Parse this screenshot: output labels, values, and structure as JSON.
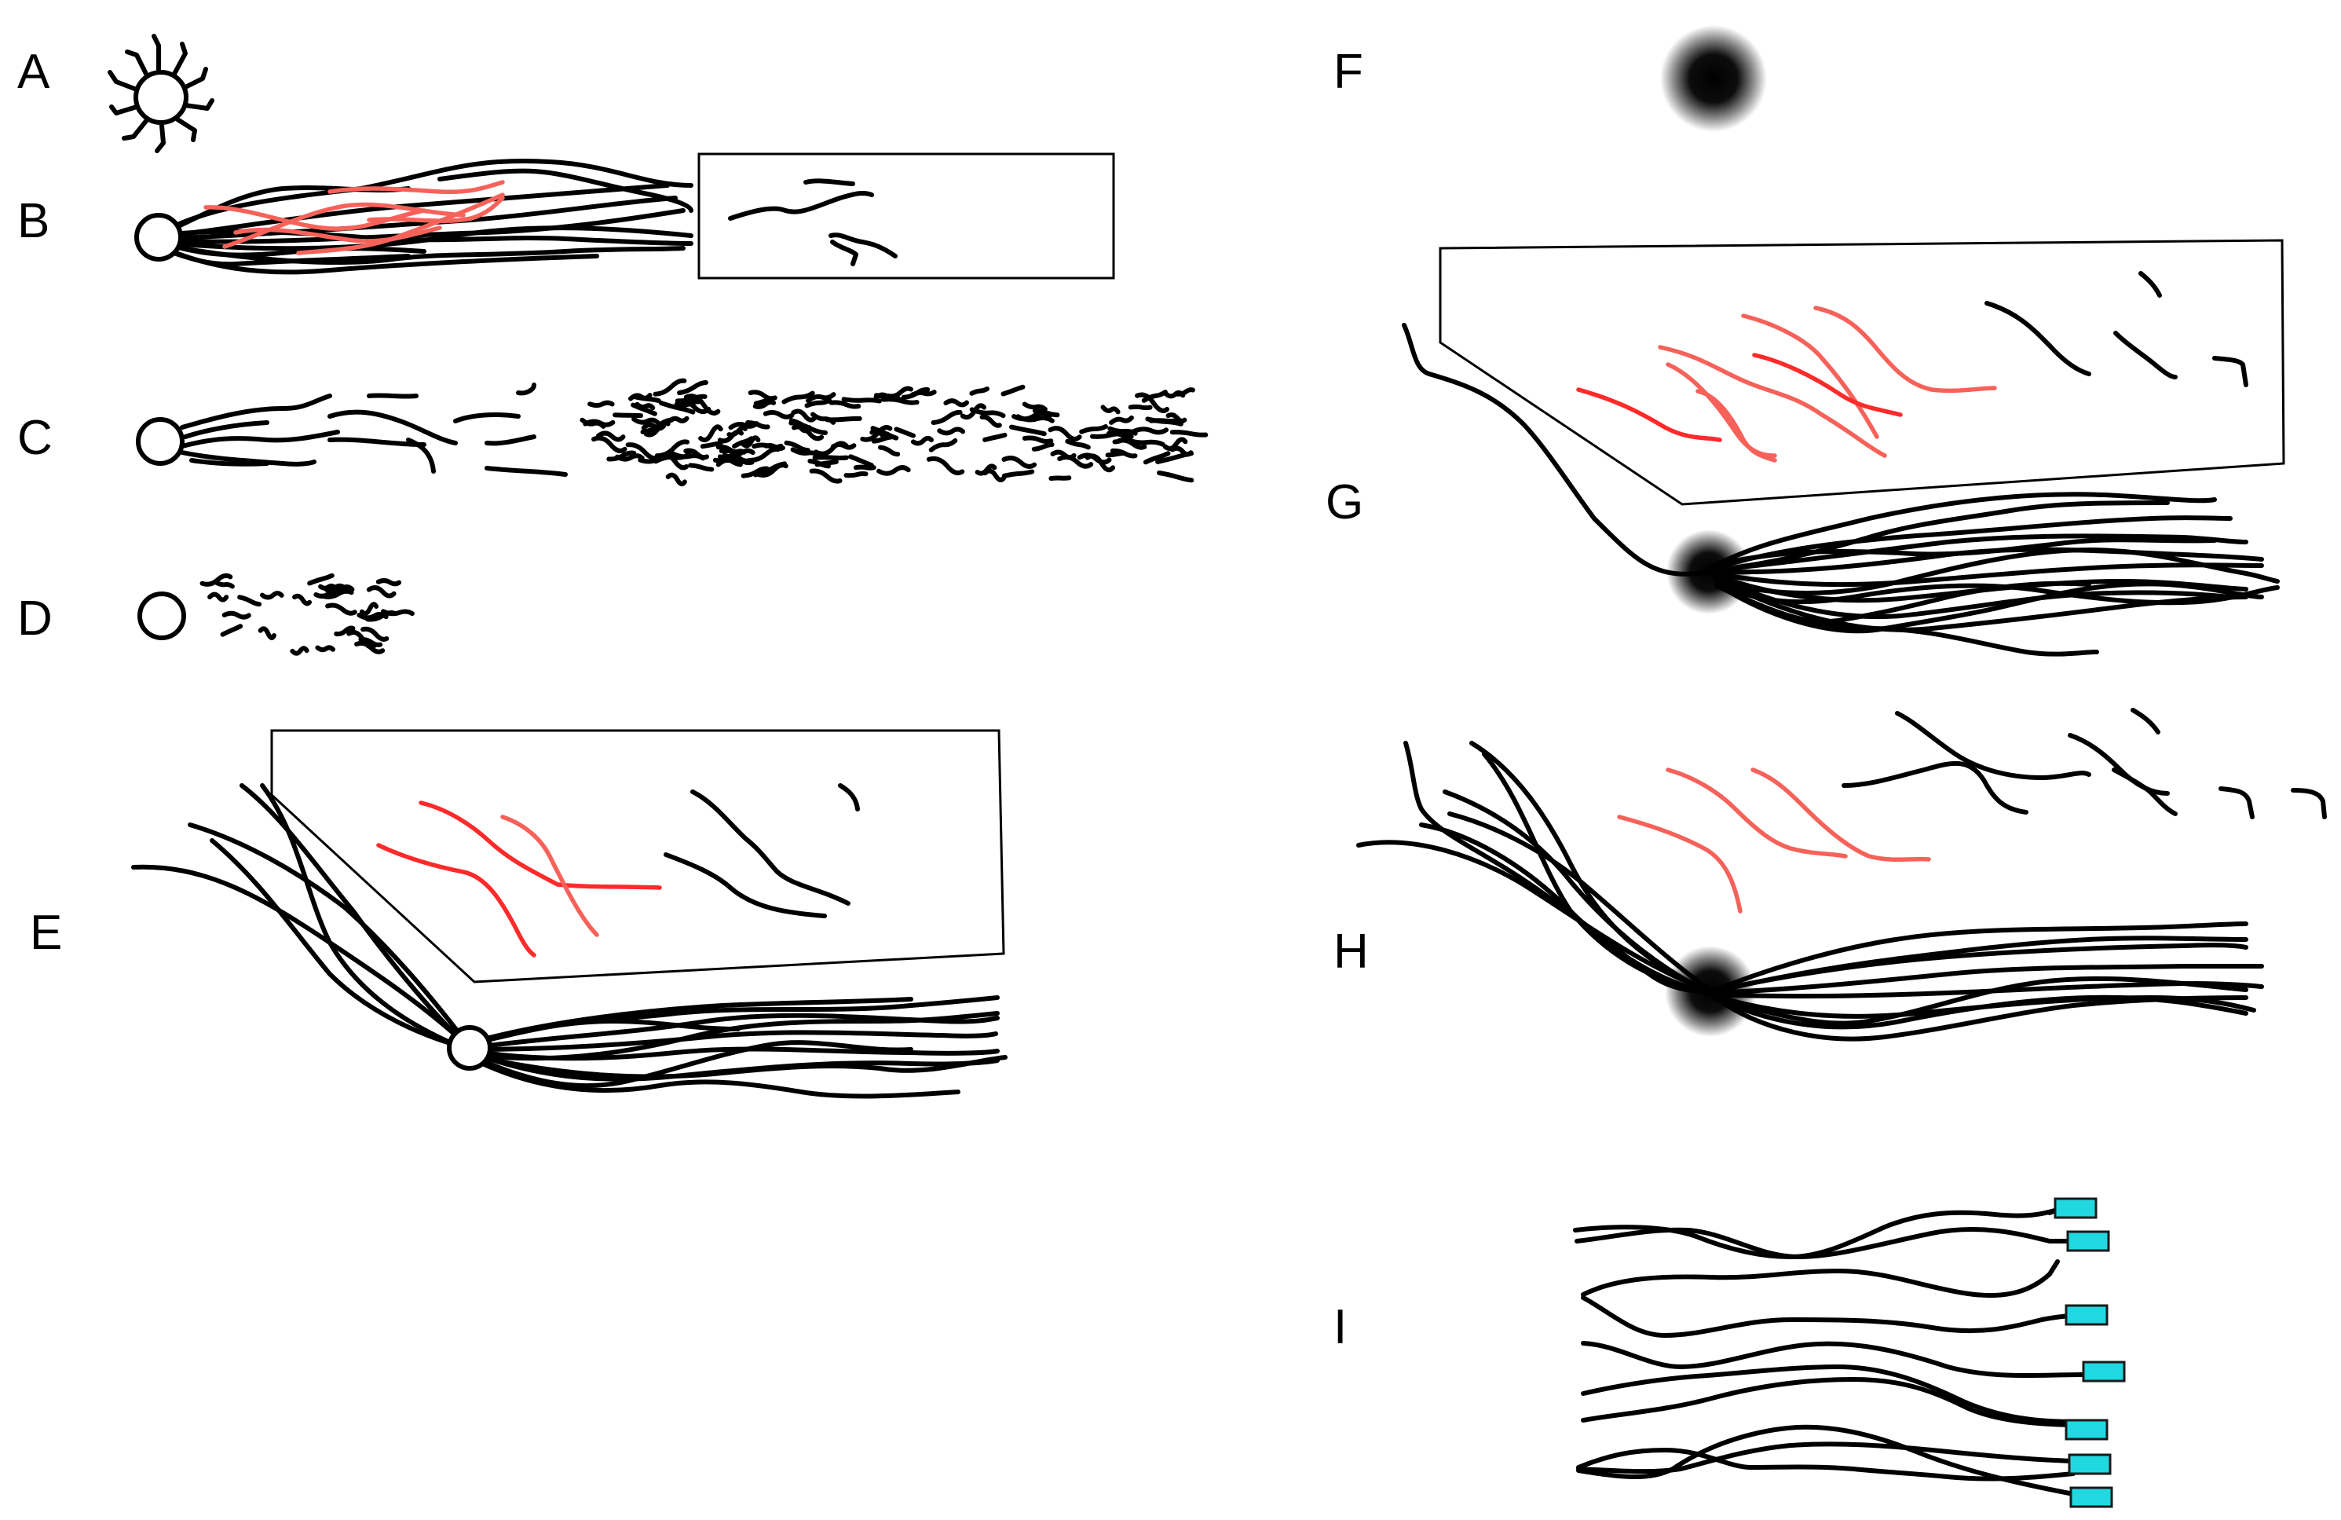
{
  "panels": [
    {
      "id": "A",
      "label": "A"
    },
    {
      "id": "B",
      "label": "B"
    },
    {
      "id": "C",
      "label": "C"
    },
    {
      "id": "D",
      "label": "D"
    },
    {
      "id": "E",
      "label": "E"
    },
    {
      "id": "F",
      "label": "F"
    },
    {
      "id": "G",
      "label": "G"
    },
    {
      "id": "H",
      "label": "H"
    },
    {
      "id": "I",
      "label": "I"
    }
  ],
  "colors": {
    "fiber": "#000000",
    "red_fiber": "#ff2a2a",
    "red_fiber_light": "#f6625a",
    "tag": "#22d8e0",
    "background": "#ffffff"
  }
}
